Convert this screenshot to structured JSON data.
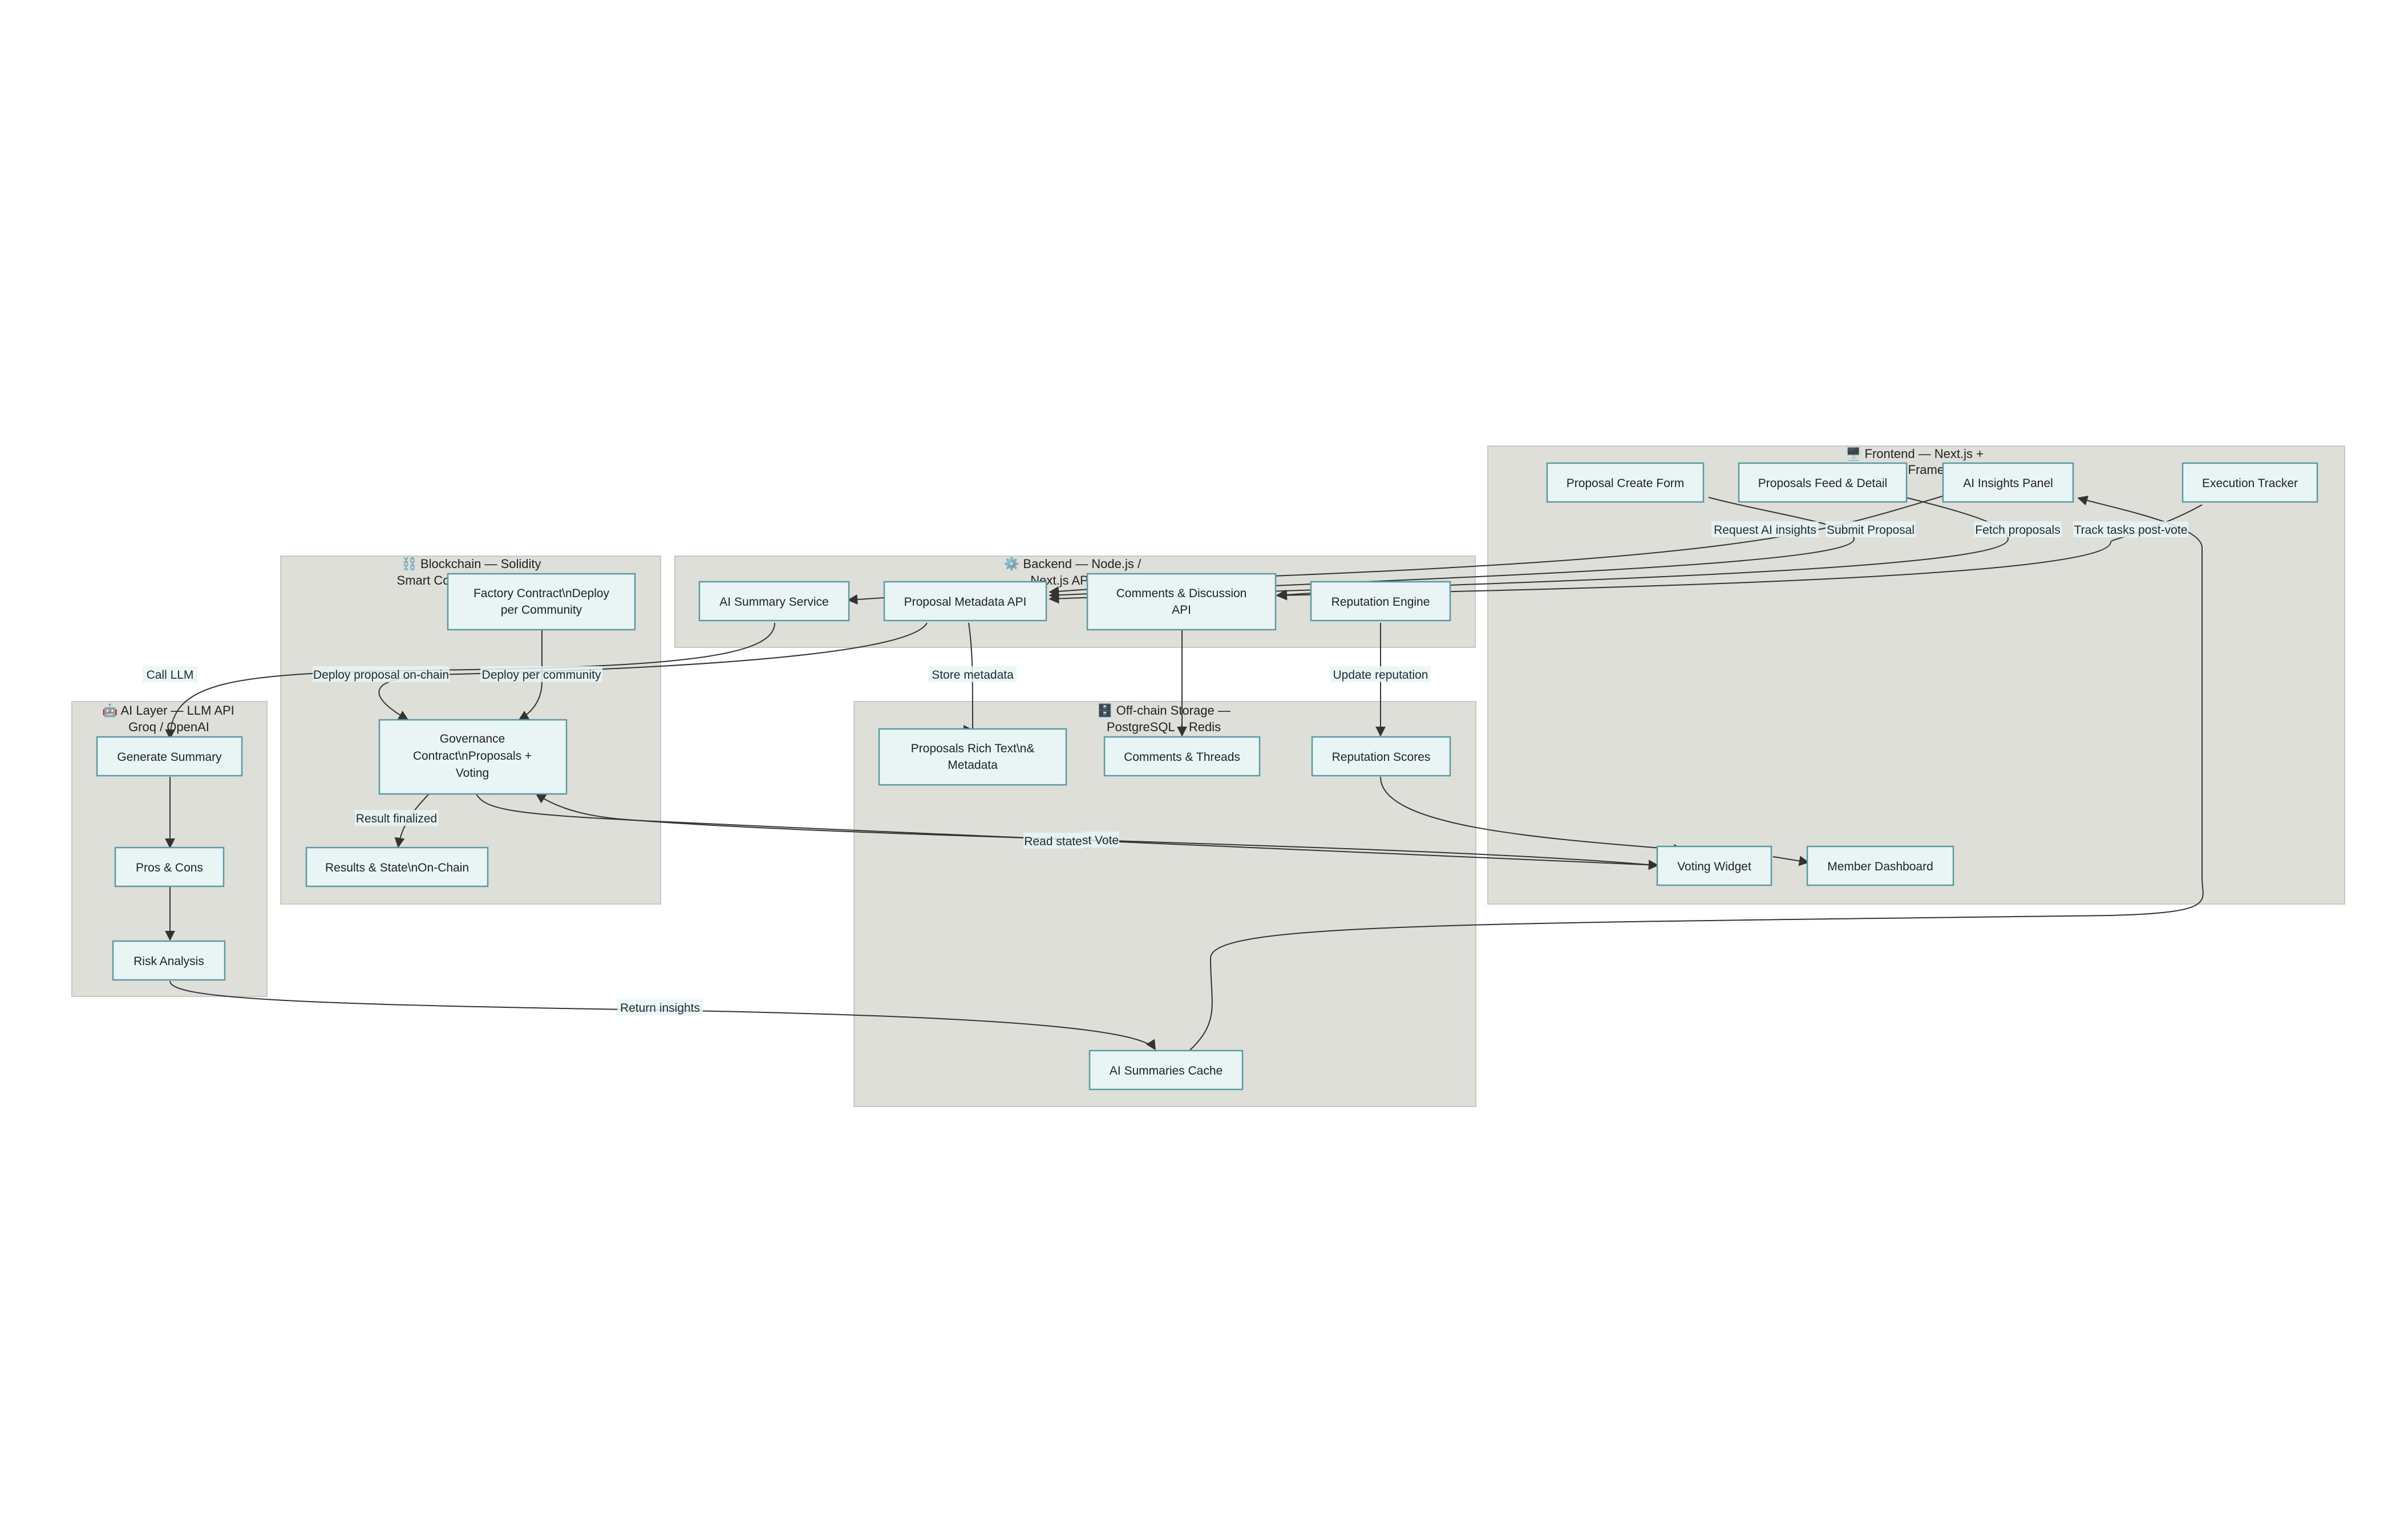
{
  "clusters": {
    "frontend": {
      "title_line1": "🖥️ Frontend — Next.js +",
      "title_line2": "Framer"
    },
    "backend": {
      "title_line1": "⚙️ Backend — Node.js /",
      "title_line2": "Next.js API"
    },
    "blockchain": {
      "title_line1": "⛓️ Blockchain — Solidity",
      "title_line2": "Smart Co"
    },
    "storage": {
      "title_line1": "🗄️ Off-chain Storage —",
      "title_line2": "PostgreSQL + Redis"
    },
    "ai": {
      "title_line1": "🤖 AI Layer — LLM API",
      "title_line2": "Groq / OpenAI"
    }
  },
  "nodes": {
    "proposal_create_form": "Proposal Create Form",
    "proposals_feed": "Proposals Feed & Detail",
    "ai_insights_panel": "AI Insights Panel",
    "execution_tracker": "Execution Tracker",
    "voting_widget": "Voting Widget",
    "member_dashboard": "Member Dashboard",
    "ai_summary_service": "AI Summary Service",
    "proposal_metadata_api": "Proposal Metadata API",
    "comments_api": {
      "line1": "Comments & Discussion",
      "line2": "API"
    },
    "reputation_engine": "Reputation Engine",
    "factory_contract": {
      "line1": "Factory Contract\\nDeploy",
      "line2": "per Community"
    },
    "governance_contract": {
      "line1": "Governance",
      "line2": "Contract\\nProposals +",
      "line3": "Voting"
    },
    "results_state": "Results & State\\nOn-Chain",
    "proposals_rich_text": {
      "line1": "Proposals Rich Text\\n&",
      "line2": "Metadata"
    },
    "comments_threads": "Comments & Threads",
    "reputation_scores": "Reputation Scores",
    "ai_summaries_cache": "AI Summaries Cache",
    "generate_summary": "Generate Summary",
    "pros_cons": "Pros & Cons",
    "risk_analysis": "Risk Analysis"
  },
  "edge_labels": {
    "request_ai_insights": "Request AI insights",
    "submit_proposal": "Submit Proposal",
    "fetch_proposals": "Fetch proposals",
    "track_tasks": "Track tasks post-vote",
    "call_llm": "Call LLM",
    "deploy_on_chain": "Deploy proposal on-chain",
    "deploy_per_community": "Deploy per community",
    "store_metadata": "Store metadata",
    "update_reputation": "Update reputation",
    "result_finalized": "Result finalized",
    "read_state": "Read state",
    "cast_vote": "st Vote",
    "return_insights": "Return insights"
  }
}
